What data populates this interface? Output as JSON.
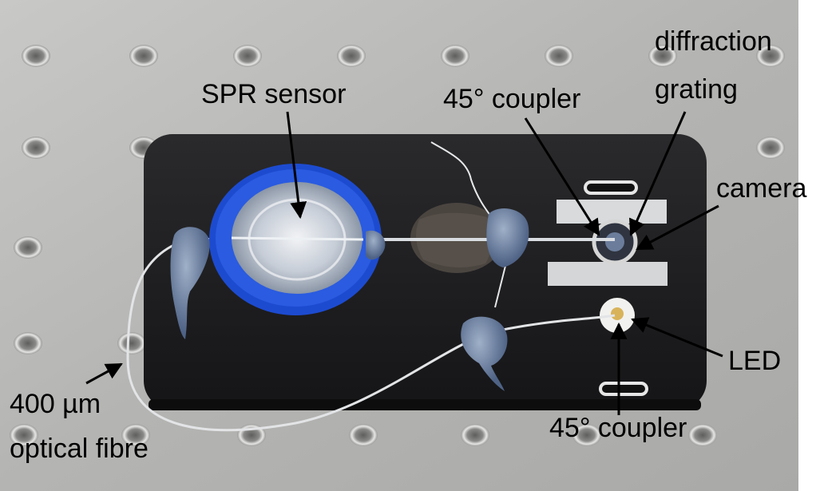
{
  "labels": {
    "spr_sensor": "SPR sensor",
    "coupler_top": "45° coupler",
    "diffraction_line1": "diffraction",
    "diffraction_line2": "grating",
    "camera": "camera",
    "led": "LED",
    "coupler_bottom": "45° coupler",
    "fibre_line1": "400 µm",
    "fibre_line2": "optical fibre"
  },
  "colors": {
    "table": "#b9b9b7",
    "phone": "#1c1c1e",
    "cap": "#1f4fd6",
    "glue": "#5f7497",
    "tape": "#dcdcdc"
  }
}
